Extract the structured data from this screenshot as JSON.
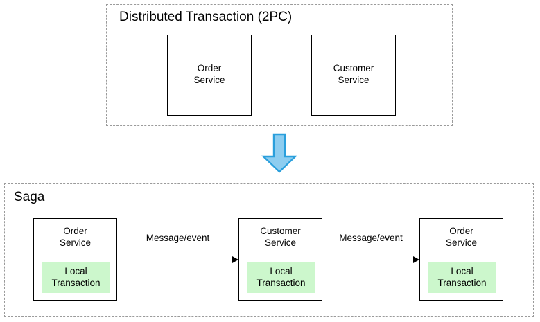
{
  "diagram": {
    "type": "saga-vs-2pc-architecture-diagram",
    "background": "#ffffff",
    "colors": {
      "box_border": "#000000",
      "group_border": "#9a9a9a",
      "local_transaction_fill": "#ccf7cc",
      "blue_arrow_fill": "#8dcdf0",
      "blue_arrow_stroke": "#2a9fdc",
      "text": "#000000"
    }
  },
  "two_pc_group": {
    "title": "Distributed Transaction (2PC)",
    "services": [
      {
        "line1": "Order",
        "line2": "Service"
      },
      {
        "line1": "Customer",
        "line2": "Service"
      }
    ]
  },
  "transition": {
    "icon": "down-arrow-icon"
  },
  "saga_group": {
    "title": "Saga",
    "steps": [
      {
        "line1": "Order",
        "line2": "Service",
        "local_transaction_line1": "Local",
        "local_transaction_line2": "Transaction"
      },
      {
        "line1": "Customer",
        "line2": "Service",
        "local_transaction_line1": "Local",
        "local_transaction_line2": "Transaction"
      },
      {
        "line1": "Order",
        "line2": "Service",
        "local_transaction_line1": "Local",
        "local_transaction_line2": "Transaction"
      }
    ],
    "connectors": [
      {
        "label": "Message/event"
      },
      {
        "label": "Message/event"
      }
    ]
  }
}
